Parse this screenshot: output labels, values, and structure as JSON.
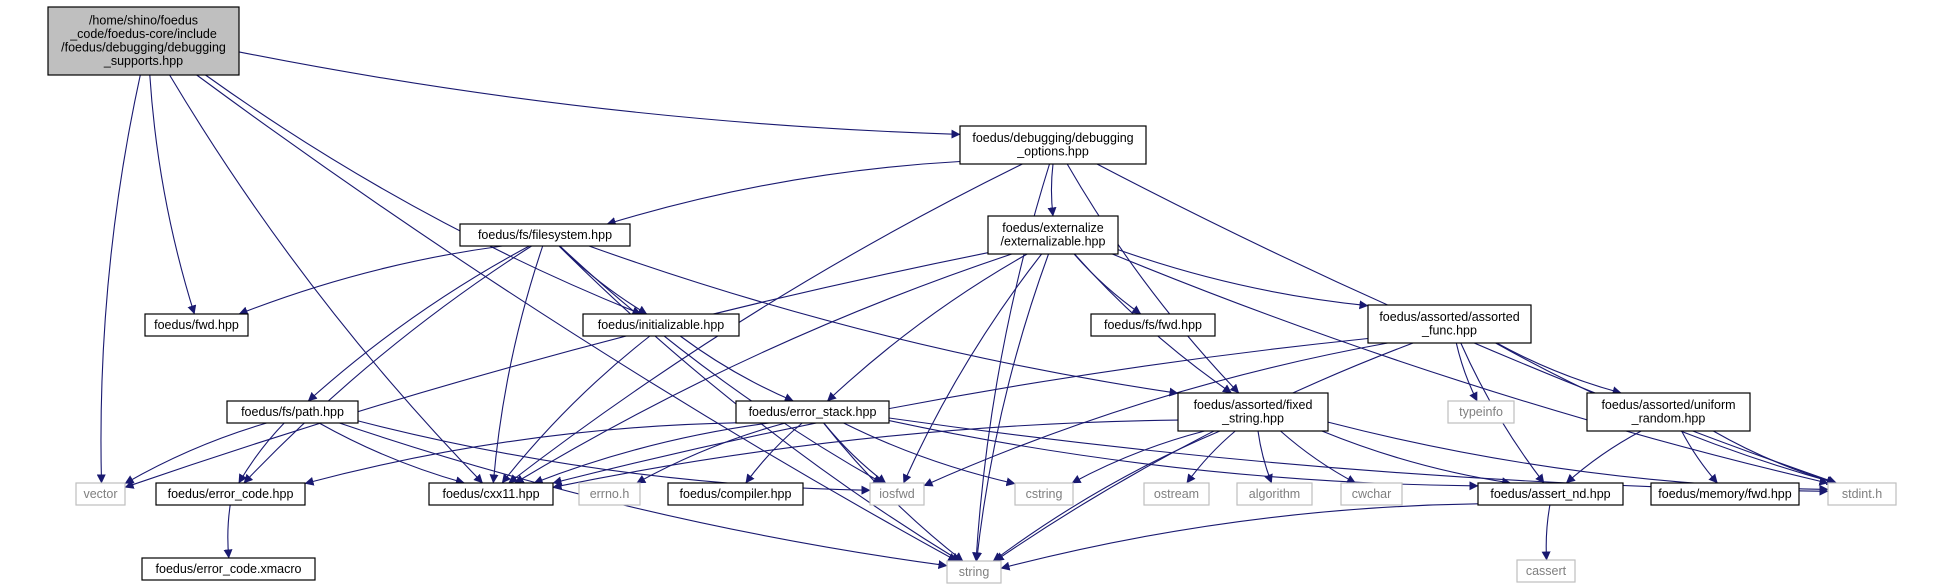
{
  "colors": {
    "edge": "#191970",
    "node_border": "#000000",
    "system_border": "#bfbfbf",
    "system_text": "#7f7f7f",
    "root_fill": "#bfbfbf",
    "node_fill": "#ffffff"
  },
  "nodes": [
    {
      "id": "root",
      "lines": [
        "/home/shino/foedus",
        "_code/foedus-core/include",
        "/foedus/debugging/debugging",
        "_supports.hpp"
      ],
      "kind": "root"
    },
    {
      "id": "debugging_options",
      "lines": [
        "foedus/debugging/debugging",
        "_options.hpp"
      ],
      "kind": "file"
    },
    {
      "id": "filesystem",
      "lines": [
        "foedus/fs/filesystem.hpp"
      ],
      "kind": "file"
    },
    {
      "id": "externalizable",
      "lines": [
        "foedus/externalize",
        "/externalizable.hpp"
      ],
      "kind": "file"
    },
    {
      "id": "foedus_fwd",
      "lines": [
        "foedus/fwd.hpp"
      ],
      "kind": "file"
    },
    {
      "id": "initializable",
      "lines": [
        "foedus/initializable.hpp"
      ],
      "kind": "file"
    },
    {
      "id": "fs_fwd",
      "lines": [
        "foedus/fs/fwd.hpp"
      ],
      "kind": "file"
    },
    {
      "id": "assorted_func",
      "lines": [
        "foedus/assorted/assorted",
        "_func.hpp"
      ],
      "kind": "file"
    },
    {
      "id": "fs_path",
      "lines": [
        "foedus/fs/path.hpp"
      ],
      "kind": "file"
    },
    {
      "id": "error_stack",
      "lines": [
        "foedus/error_stack.hpp"
      ],
      "kind": "file"
    },
    {
      "id": "fixed_string",
      "lines": [
        "foedus/assorted/fixed",
        "_string.hpp"
      ],
      "kind": "file"
    },
    {
      "id": "typeinfo",
      "lines": [
        "typeinfo"
      ],
      "kind": "system"
    },
    {
      "id": "uniform_random",
      "lines": [
        "foedus/assorted/uniform",
        "_random.hpp"
      ],
      "kind": "file"
    },
    {
      "id": "vector",
      "lines": [
        "vector"
      ],
      "kind": "system"
    },
    {
      "id": "error_code",
      "lines": [
        "foedus/error_code.hpp"
      ],
      "kind": "file"
    },
    {
      "id": "cxx11",
      "lines": [
        "foedus/cxx11.hpp"
      ],
      "kind": "file"
    },
    {
      "id": "errno",
      "lines": [
        "errno.h"
      ],
      "kind": "system"
    },
    {
      "id": "compiler",
      "lines": [
        "foedus/compiler.hpp"
      ],
      "kind": "file"
    },
    {
      "id": "iosfwd",
      "lines": [
        "iosfwd"
      ],
      "kind": "system"
    },
    {
      "id": "cstring",
      "lines": [
        "cstring"
      ],
      "kind": "system"
    },
    {
      "id": "ostream",
      "lines": [
        "ostream"
      ],
      "kind": "system"
    },
    {
      "id": "algorithm",
      "lines": [
        "algorithm"
      ],
      "kind": "system"
    },
    {
      "id": "cwchar",
      "lines": [
        "cwchar"
      ],
      "kind": "system"
    },
    {
      "id": "assert_nd",
      "lines": [
        "foedus/assert_nd.hpp"
      ],
      "kind": "file"
    },
    {
      "id": "memory_fwd",
      "lines": [
        "foedus/memory/fwd.hpp"
      ],
      "kind": "file"
    },
    {
      "id": "stdint",
      "lines": [
        "stdint.h"
      ],
      "kind": "system"
    },
    {
      "id": "error_code_xmacro",
      "lines": [
        "foedus/error_code.xmacro"
      ],
      "kind": "file"
    },
    {
      "id": "string",
      "lines": [
        "string"
      ],
      "kind": "system"
    },
    {
      "id": "cassert",
      "lines": [
        "cassert"
      ],
      "kind": "system"
    }
  ],
  "edges": [
    [
      "root",
      "debugging_options"
    ],
    [
      "root",
      "foedus_fwd"
    ],
    [
      "root",
      "initializable"
    ],
    [
      "root",
      "vector"
    ],
    [
      "root",
      "cxx11"
    ],
    [
      "root",
      "string"
    ],
    [
      "debugging_options",
      "filesystem"
    ],
    [
      "debugging_options",
      "externalizable"
    ],
    [
      "debugging_options",
      "fixed_string"
    ],
    [
      "debugging_options",
      "cxx11"
    ],
    [
      "debugging_options",
      "stdint"
    ],
    [
      "debugging_options",
      "string"
    ],
    [
      "filesystem",
      "foedus_fwd"
    ],
    [
      "filesystem",
      "initializable"
    ],
    [
      "filesystem",
      "fs_path"
    ],
    [
      "filesystem",
      "fixed_string"
    ],
    [
      "filesystem",
      "error_code"
    ],
    [
      "filesystem",
      "cxx11"
    ],
    [
      "filesystem",
      "iosfwd"
    ],
    [
      "filesystem",
      "string"
    ],
    [
      "externalizable",
      "fs_fwd"
    ],
    [
      "externalizable",
      "assorted_func"
    ],
    [
      "externalizable",
      "error_stack"
    ],
    [
      "externalizable",
      "fixed_string"
    ],
    [
      "externalizable",
      "vector"
    ],
    [
      "externalizable",
      "cxx11"
    ],
    [
      "externalizable",
      "iosfwd"
    ],
    [
      "externalizable",
      "stdint"
    ],
    [
      "externalizable",
      "string"
    ],
    [
      "initializable",
      "error_stack"
    ],
    [
      "initializable",
      "cxx11"
    ],
    [
      "assorted_func",
      "typeinfo"
    ],
    [
      "assorted_func",
      "uniform_random"
    ],
    [
      "assorted_func",
      "cxx11"
    ],
    [
      "assorted_func",
      "iosfwd"
    ],
    [
      "assorted_func",
      "assert_nd"
    ],
    [
      "assorted_func",
      "stdint"
    ],
    [
      "assorted_func",
      "string"
    ],
    [
      "fs_path",
      "vector"
    ],
    [
      "fs_path",
      "error_code"
    ],
    [
      "fs_path",
      "cxx11"
    ],
    [
      "fs_path",
      "iosfwd"
    ],
    [
      "fs_path",
      "string"
    ],
    [
      "error_stack",
      "error_code"
    ],
    [
      "error_stack",
      "cxx11"
    ],
    [
      "error_stack",
      "errno"
    ],
    [
      "error_stack",
      "compiler"
    ],
    [
      "error_stack",
      "iosfwd"
    ],
    [
      "error_stack",
      "cstring"
    ],
    [
      "error_stack",
      "assert_nd"
    ],
    [
      "error_stack",
      "stdint"
    ],
    [
      "error_stack",
      "string"
    ],
    [
      "fixed_string",
      "cxx11"
    ],
    [
      "fixed_string",
      "cstring"
    ],
    [
      "fixed_string",
      "ostream"
    ],
    [
      "fixed_string",
      "algorithm"
    ],
    [
      "fixed_string",
      "cwchar"
    ],
    [
      "fixed_string",
      "assert_nd"
    ],
    [
      "fixed_string",
      "stdint"
    ],
    [
      "fixed_string",
      "string"
    ],
    [
      "uniform_random",
      "assert_nd"
    ],
    [
      "uniform_random",
      "memory_fwd"
    ],
    [
      "uniform_random",
      "stdint"
    ],
    [
      "error_code",
      "error_code_xmacro"
    ],
    [
      "assert_nd",
      "cassert"
    ],
    [
      "assert_nd",
      "string"
    ]
  ]
}
